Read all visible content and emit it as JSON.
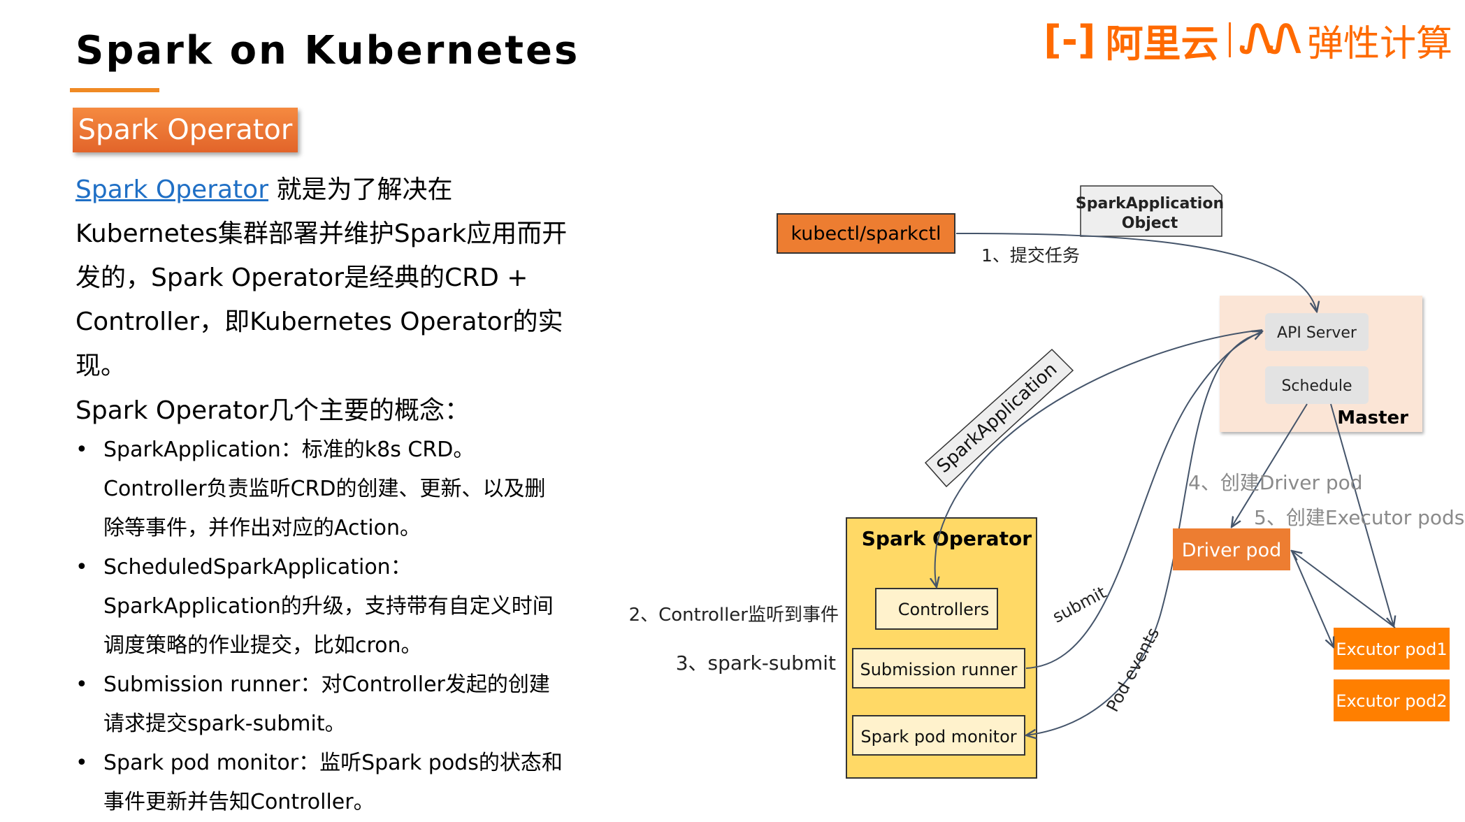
{
  "title": "Spark on Kubernetes",
  "logo": {
    "bracket": "[-]",
    "brand": "阿里云",
    "wave": "ᏁᏁ",
    "product": "弹性计算"
  },
  "tag": "Spark Operator",
  "intro": {
    "link": "Spark Operator",
    "text1": " 就是为了解决在",
    "text2": "Kubernetes集群部署并维护Spark应用而开",
    "text3": "发的，Spark Operator是经典的CRD +",
    "text4": "Controller，即Kubernetes Operator的实现。"
  },
  "concepts_heading": "Spark Operator几个主要的概念：",
  "concepts": [
    {
      "bullet": "•",
      "lines": [
        "SparkApplication：标准的k8s CRD。",
        "Controller负责监听CRD的创建、更新、以及删",
        "除等事件，并作出对应的Action。"
      ]
    },
    {
      "bullet": "•",
      "lines": [
        "ScheduledSparkApplication：",
        "SparkApplication的升级，支持带有自定义时间",
        "调度策略的作业提交，比如cron。"
      ]
    },
    {
      "bullet": "•",
      "lines": [
        "Submission runner：对Controller发起的创建",
        "请求提交spark-submit。"
      ]
    },
    {
      "bullet": "•",
      "lines": [
        "Spark pod monitor：监听Spark pods的状态和",
        "事件更新并告知Controller。"
      ]
    }
  ],
  "diagram": {
    "kubectl": "kubectl/sparkctl",
    "sparkapp_object": [
      "SparkApplication",
      "Object"
    ],
    "step1": "1、提交任务",
    "api_server": "API Server",
    "schedule": "Schedule",
    "master": "Master",
    "sparkapplication_label": "SparkApplication",
    "step4": "4、创建Driver pod",
    "step5": "5、创建Executor pods",
    "driver_pod": "Driver pod",
    "operator_title": "Spark Operator",
    "controllers": "Controllers",
    "submission_runner": "Submission runner",
    "pod_monitor": "Spark pod monitor",
    "step2": "2、Controller监听到事件",
    "step3": "3、spark-submit",
    "submit_label": "submit",
    "pod_events": "Pod events",
    "executor1": "Excutor pod1",
    "executor2": "Excutor pod2"
  },
  "colors": {
    "orange": "#ed7d31",
    "logo_orange": "#ff6a00",
    "operator_fill": "#ffd966",
    "controllers_fill": "#fff2cc",
    "master_fill": "#fbe5d6",
    "link_blue": "#1f6fc5",
    "arrow": "#44546a"
  }
}
